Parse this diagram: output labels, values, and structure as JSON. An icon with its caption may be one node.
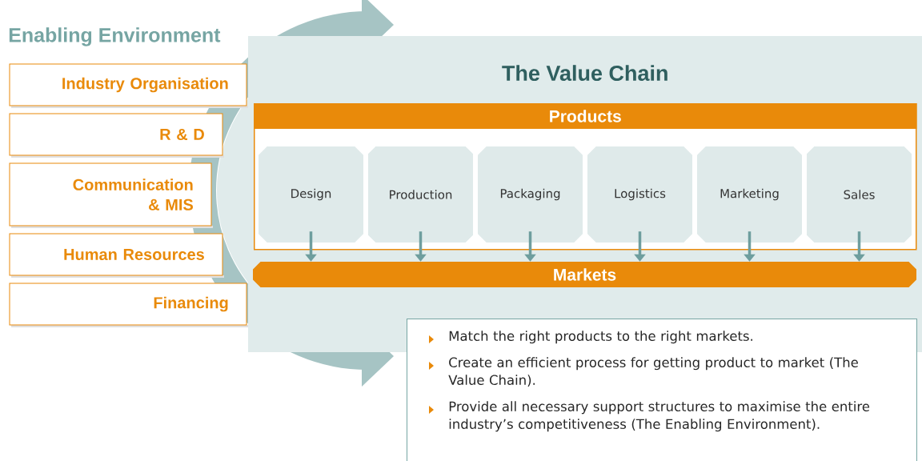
{
  "diagram": {
    "labels": [
      "Enabling Environment"
    ],
    "nodes": [
      {
        "text": [
          "The Value Chain"
        ]
      },
      {
        "text": [
          "Products"
        ],
        "in": 0
      },
      {
        "text": [
          "Design"
        ],
        "in": 1
      },
      {
        "text": [
          "Production"
        ],
        "in": 1
      },
      {
        "text": [
          "Packaging"
        ],
        "in": 1
      },
      {
        "text": [
          "Logistics"
        ],
        "in": 1
      },
      {
        "text": [
          "Marketing"
        ],
        "in": 1
      },
      {
        "text": [
          "Sales"
        ],
        "in": 1
      },
      {
        "text": [
          "Markets"
        ],
        "in": 0
      },
      {
        "text": [
          "Industry Organisation"
        ]
      },
      {
        "text": [
          "R & D"
        ]
      },
      {
        "text": [
          "Communication & MIS"
        ]
      },
      {
        "text": [
          "Human Resources"
        ]
      },
      {
        "text": [
          "Financing"
        ]
      },
      {
        "text": [
          "Match the right products to the right markets.",
          "Create an efficient process for getting product to market (The Value Chain).",
          "Provide all necessary support structures to maximise the entire industry’s competitiveness (The Enabling Environment)."
        ]
      }
    ],
    "edges": [
      {
        "from": 2,
        "to": 8,
        "arrow": "to"
      },
      {
        "from": 3,
        "to": 8,
        "arrow": "to"
      },
      {
        "from": 4,
        "to": 8,
        "arrow": "to"
      },
      {
        "from": 5,
        "to": 8,
        "arrow": "to"
      },
      {
        "from": 6,
        "to": 8,
        "arrow": "to"
      },
      {
        "from": 7,
        "to": 8,
        "arrow": "to"
      }
    ]
  }
}
